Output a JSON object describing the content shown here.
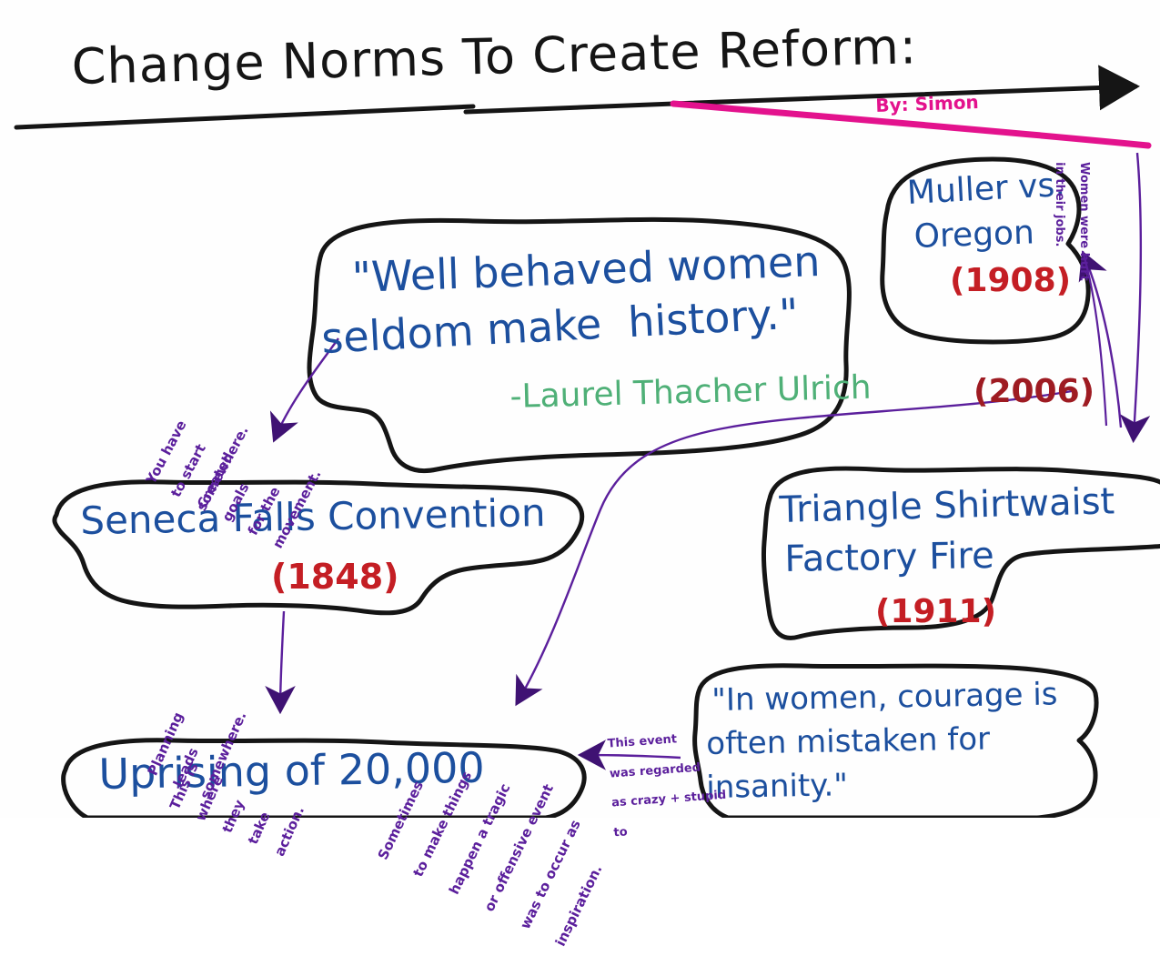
{
  "poster": {
    "title": "Change Norms To Create Reform:",
    "byline": "By: Simon",
    "medium": "hand-drawn concept map on whiteboard",
    "colors": {
      "ink_black": "#151515",
      "node_blue": "#1c4f9e",
      "year_red": "#c41e24",
      "quote_green": "#4fb077",
      "annotation_purple": "#5b1f9c",
      "byline_magenta": "#e3128d"
    }
  },
  "nodes": {
    "quote_main": {
      "line1": "\"Well behaved women",
      "line2": "seldom make  history.\"",
      "attribution": "-Laurel Thacher Ulrich",
      "attribution_year": "(2006)"
    },
    "muller": {
      "line1": "Muller vs.",
      "line2": "Oregon",
      "year": "(1908)"
    },
    "seneca": {
      "label": "Seneca Falls Convention",
      "year": "(1848)"
    },
    "triangle": {
      "line1": "Triangle Shirtwaist",
      "line2": "Factory Fire",
      "year": "(1911)"
    },
    "uprising": {
      "label": "Uprising of 20,000"
    },
    "quote_bottom": {
      "line1": "\"In women, courage is",
      "line2": "often mistaken for",
      "line3": "insanity.\""
    }
  },
  "annotations": [
    {
      "id": "start-somewhere",
      "text": "You have to start somewhere."
    },
    {
      "id": "created-goals",
      "text": "Created goals for the movement."
    },
    {
      "id": "women-hurt",
      "text": "Women were hurt in their jobs."
    },
    {
      "id": "planning-leads",
      "text": "Planning leads somewhere."
    },
    {
      "id": "this-is-where",
      "text": "This is where they take action."
    },
    {
      "id": "tragic-event",
      "text": "Sometimes to make things happen a tragic or offensive event was to occur as inspiration."
    },
    {
      "id": "crazy-stupid",
      "text": "This event was regarded as crazy + stupid to"
    }
  ],
  "annotation_lines": {
    "start_somewhere": [
      "You have",
      "to start",
      "somewhere."
    ],
    "created_goals": [
      "Created",
      "goals",
      "for the",
      "movement."
    ],
    "women_hurt": [
      "Women were hurt",
      "in their jobs."
    ],
    "planning_leads": [
      "Planning",
      "leads",
      "somewhere."
    ],
    "this_is_where": [
      "This is",
      "where",
      "they",
      "take",
      "action."
    ],
    "tragic_event": [
      "Sometimes",
      "to make things",
      "happen a tragic",
      "or offensive event",
      "was to occur as",
      "inspiration."
    ],
    "crazy_stupid": [
      "This event",
      "was regarded",
      "as crazy + stupid",
      "to"
    ]
  }
}
